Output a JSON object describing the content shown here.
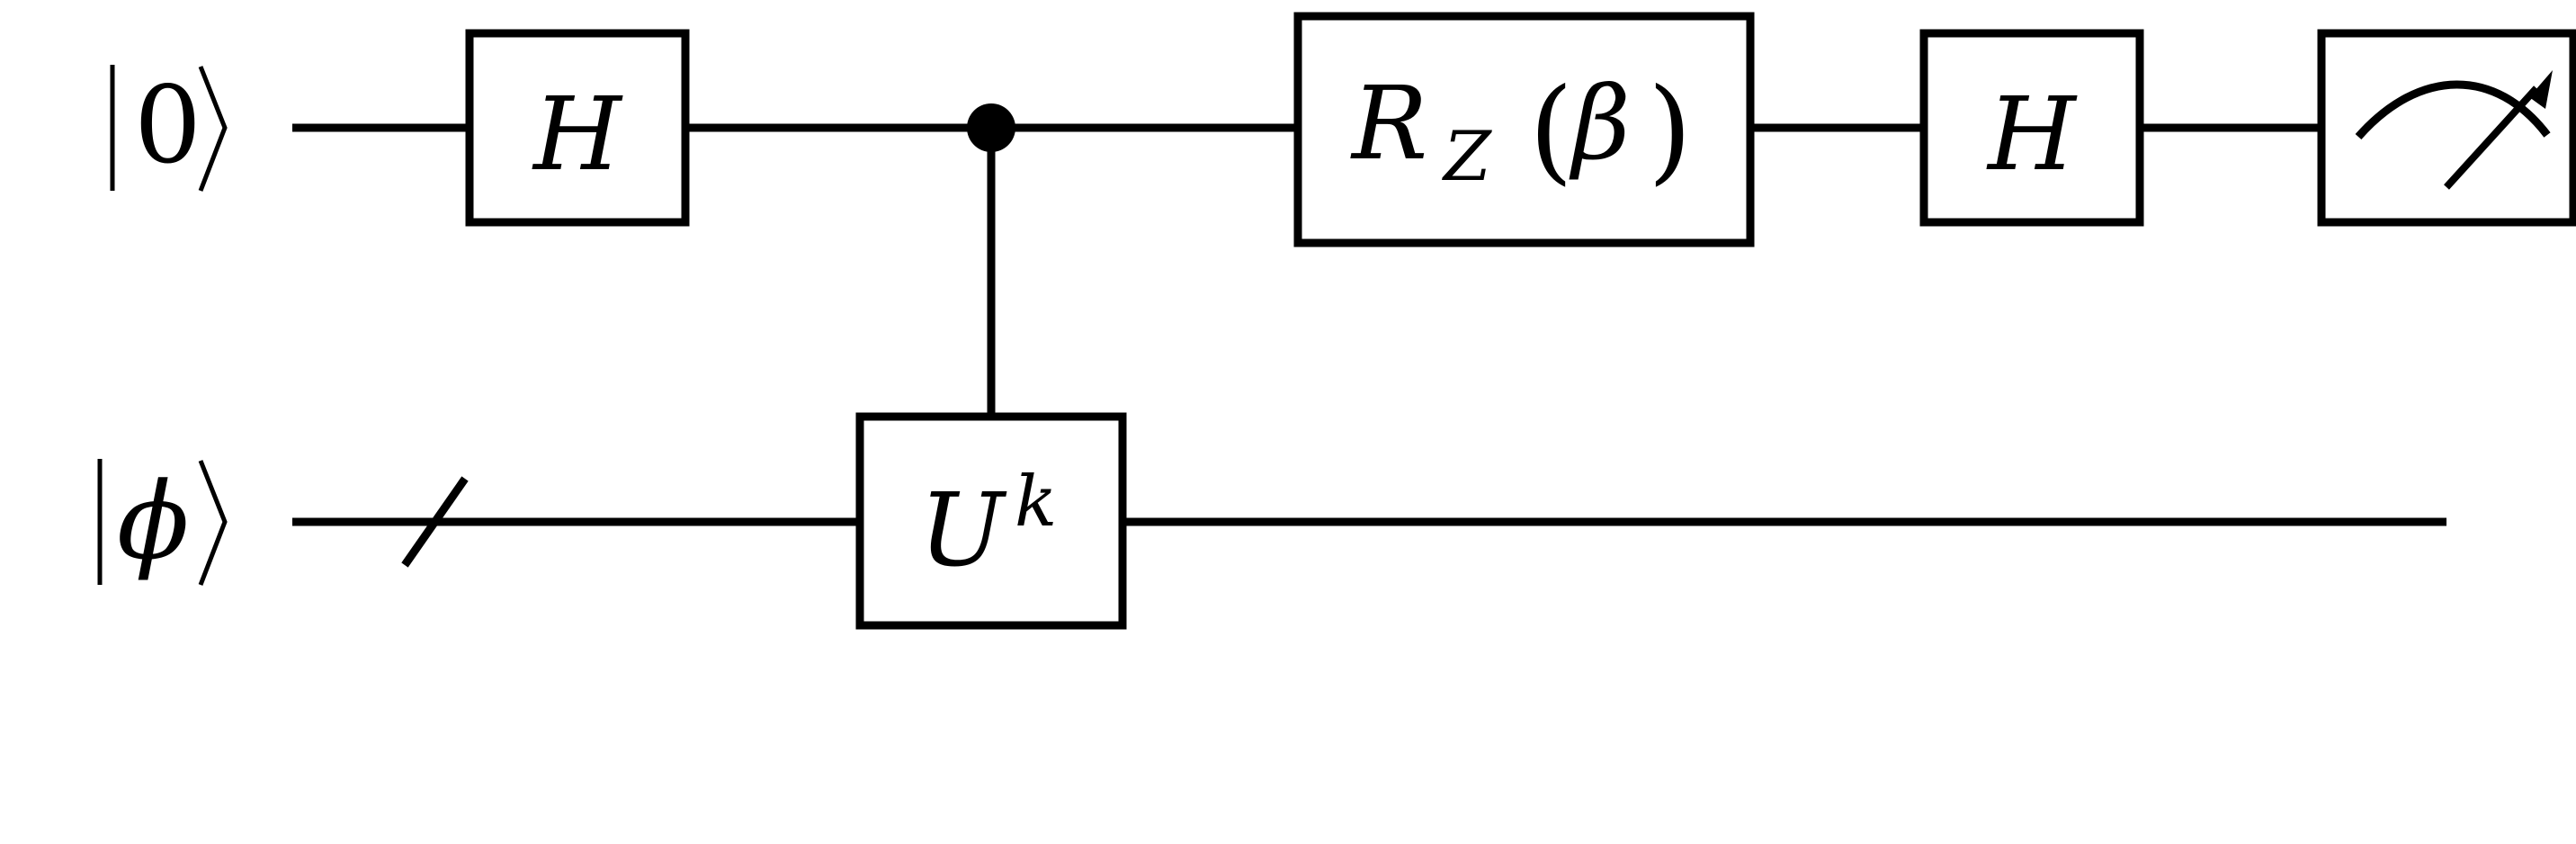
{
  "circuit": {
    "qubits": [
      {
        "label": "0",
        "ket_open": "|",
        "ket_close": "⟩"
      },
      {
        "label": "ϕ",
        "ket_open": "|",
        "ket_close": "⟩"
      }
    ],
    "gates": {
      "h1": {
        "symbol": "H"
      },
      "controlled_u": {
        "base": "U",
        "superscript": "k"
      },
      "rz": {
        "symbol": "R",
        "subscript": "Z",
        "paren_open": "(",
        "argument": "β",
        "paren_close": ")"
      },
      "h2": {
        "symbol": "H"
      },
      "measure": {
        "icon": "measurement-meter-icon"
      }
    },
    "bundle_marker_icon": "bundle-slash-icon",
    "control_dot_icon": "control-dot-icon"
  },
  "colors": {
    "wire": "#000000",
    "background": "#ffffff"
  }
}
